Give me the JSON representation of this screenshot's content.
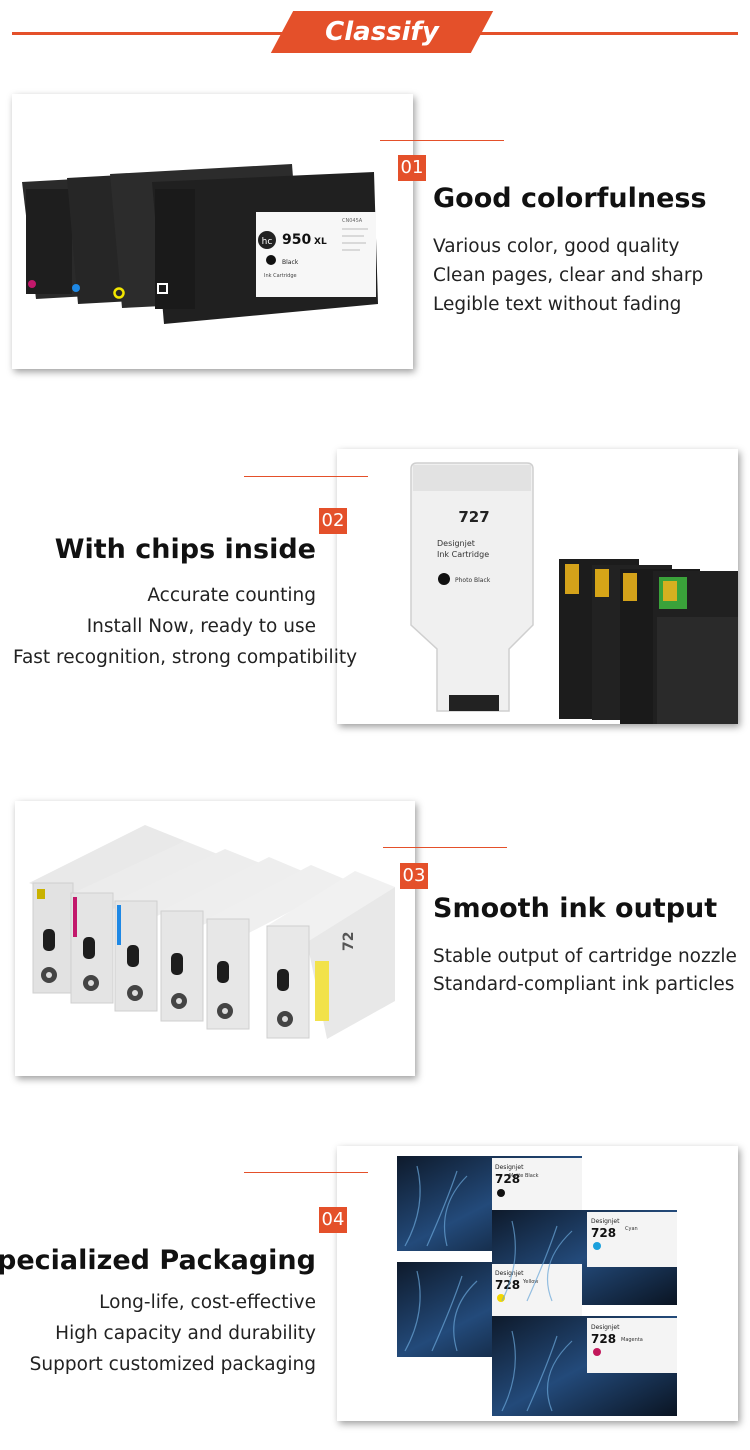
{
  "header": {
    "title": "Classify"
  },
  "features": [
    {
      "number": "01",
      "title": "Good colorfulness",
      "lines": [
        "Various color, good quality",
        "Clean pages, clear and sharp",
        "Legible text without fading"
      ]
    },
    {
      "number": "02",
      "title": "With chips inside",
      "lines": [
        "Accurate counting",
        "Install Now, ready to use",
        "Fast recognition, strong compatibility"
      ]
    },
    {
      "number": "03",
      "title": "Smooth ink output",
      "lines": [
        "Stable output of cartridge nozzle",
        "Standard-compliant ink particles"
      ]
    },
    {
      "number": "04",
      "title": "Specialized Packaging",
      "lines": [
        "Long-life, cost-effective",
        "High capacity and durability",
        "Support customized packaging"
      ]
    }
  ],
  "photos": {
    "p1": {
      "model": "950",
      "suffix": "XL",
      "brand": "hc",
      "color": "Black",
      "type": "Ink Cartridge",
      "code": "CN045A"
    },
    "p2": {
      "model": "727",
      "line1": "Designjet",
      "line2": "Ink Cartridge",
      "color": "Photo Black"
    },
    "p3": {
      "model": "72"
    },
    "p4": {
      "brand": "Designjet",
      "model": "728",
      "box1": "Matte Black",
      "box2": "Cyan",
      "box3": "Yellow",
      "box4": "Magenta"
    }
  },
  "colors": {
    "accent": "#e4502a"
  }
}
